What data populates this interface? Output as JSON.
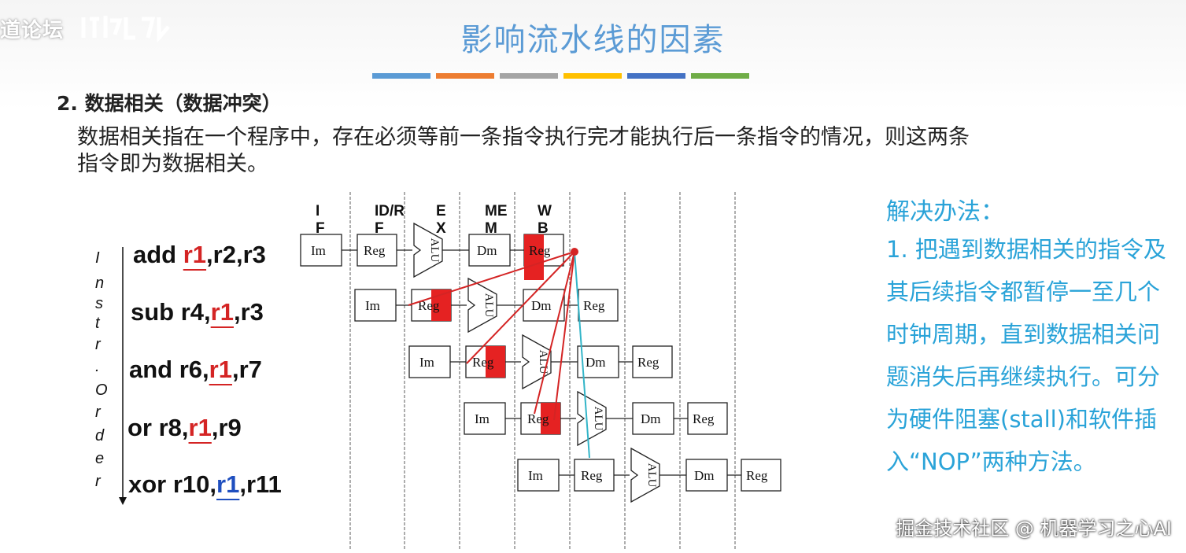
{
  "overlay": {
    "corner_text": "道论坛",
    "watermark": "掘金技术社区 @ 机器学习之心AI"
  },
  "slide": {
    "title": "影响流水线的因素",
    "accent_bars": [
      "#5b9bd5",
      "#ed7d31",
      "#a5a5a5",
      "#ffc000",
      "#4472c4",
      "#70ad47"
    ],
    "heading": "2. 数据相关（数据冲突）",
    "paragraph": "数据相关指在一个程序中，存在必须等前一条指令执行完才能执行后一条指令的情况，则这两条指令即为数据相关。"
  },
  "diagram": {
    "stage_headers": [
      {
        "line1": "I",
        "line2": "F"
      },
      {
        "line1": "ID/R",
        "line2": "F"
      },
      {
        "line1": "E",
        "line2": "X"
      },
      {
        "line1": "ME",
        "line2": "M"
      },
      {
        "line1": "W",
        "line2": "B"
      }
    ],
    "axis_label": "Instr. Order",
    "axis_letters": [
      "I",
      "n",
      "s",
      "t",
      "r",
      ".",
      "O",
      "r",
      "d",
      "e",
      "r"
    ],
    "instructions": [
      {
        "mnemonic": "add ",
        "dep": "r1",
        "tail": ",r2,r3",
        "pre": "",
        "dep_color": "#d42424"
      },
      {
        "mnemonic": "sub r4,",
        "dep": "r1",
        "tail": ",r3",
        "pre": "",
        "dep_color": "#d42424"
      },
      {
        "mnemonic": "and r6,",
        "dep": "r1",
        "tail": ",r7",
        "pre": "",
        "dep_color": "#d42424"
      },
      {
        "mnemonic": "or   r8,",
        "dep": "r1",
        "tail": ",r9",
        "pre": "",
        "dep_color": "#d42424"
      },
      {
        "mnemonic": "xor r10,",
        "dep": "r1",
        "tail": ",r11",
        "pre": "",
        "dep_color": "#1f4fbf"
      }
    ],
    "stage_boxes": {
      "im": "Im",
      "reg": "Reg",
      "alu": "ALU",
      "dm": "Dm"
    },
    "highlight_color": "#e52222",
    "hazard_line_color": "#d42424",
    "ok_line_color": "#33b5c8"
  },
  "solution": {
    "title": "解决办法：",
    "body": "1. 把遇到数据相关的指令及其后续指令都暂停一至几个时钟周期，直到数据相关问题消失后再继续执行。可分为硬件阻塞(stall)和软件插入“NOP”两种方法。"
  }
}
